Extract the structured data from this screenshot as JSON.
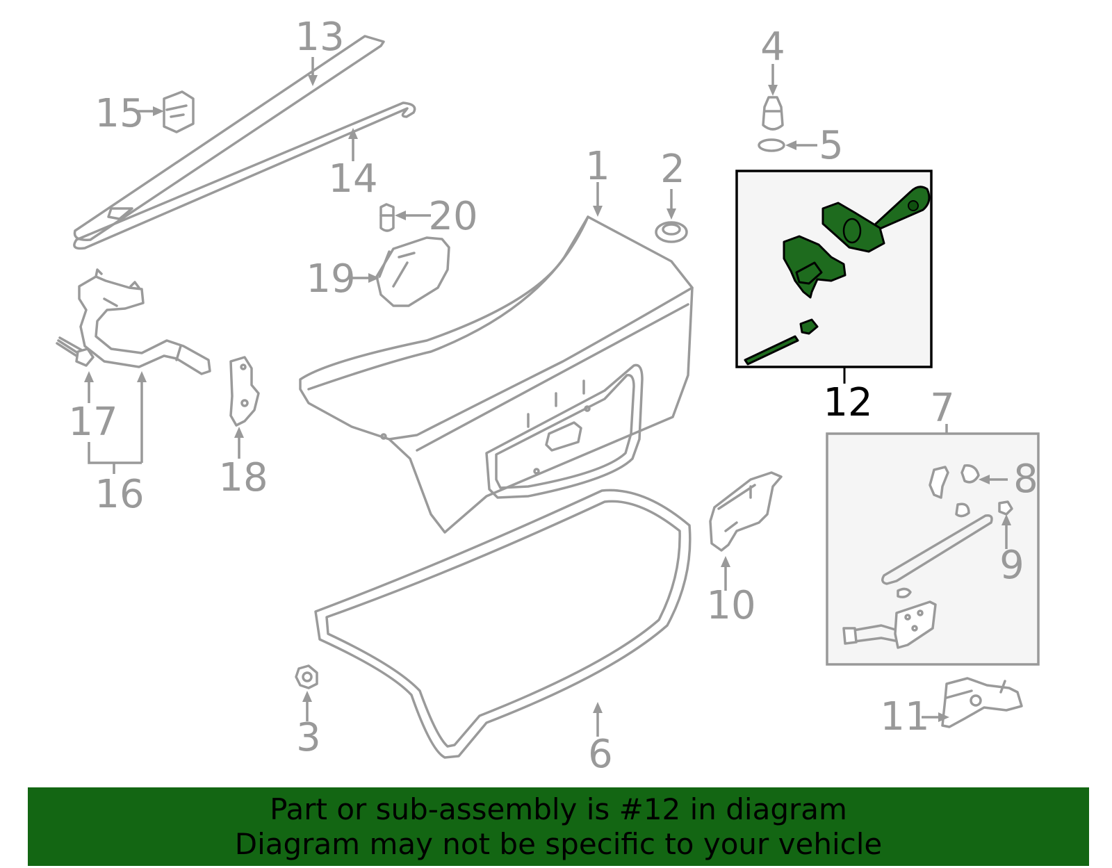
{
  "diagram": {
    "callouts": [
      {
        "id": "1",
        "label": "1"
      },
      {
        "id": "2",
        "label": "2"
      },
      {
        "id": "3",
        "label": "3"
      },
      {
        "id": "4",
        "label": "4"
      },
      {
        "id": "5",
        "label": "5"
      },
      {
        "id": "6",
        "label": "6"
      },
      {
        "id": "7",
        "label": "7"
      },
      {
        "id": "8",
        "label": "8"
      },
      {
        "id": "9",
        "label": "9"
      },
      {
        "id": "10",
        "label": "10"
      },
      {
        "id": "11",
        "label": "11"
      },
      {
        "id": "12",
        "label": "12",
        "highlighted": true
      },
      {
        "id": "13",
        "label": "13"
      },
      {
        "id": "14",
        "label": "14"
      },
      {
        "id": "15",
        "label": "15"
      },
      {
        "id": "16",
        "label": "16"
      },
      {
        "id": "17",
        "label": "17"
      },
      {
        "id": "18",
        "label": "18"
      },
      {
        "id": "19",
        "label": "19"
      },
      {
        "id": "20",
        "label": "20"
      }
    ],
    "highlight_color": "#1e6b1e",
    "line_color": "#999999",
    "box_fill": "#f5f5f5"
  },
  "banner": {
    "line1": "Part or sub-assembly is #12 in diagram",
    "line2": "Diagram may not be specific to your vehicle",
    "color": "#136613"
  }
}
